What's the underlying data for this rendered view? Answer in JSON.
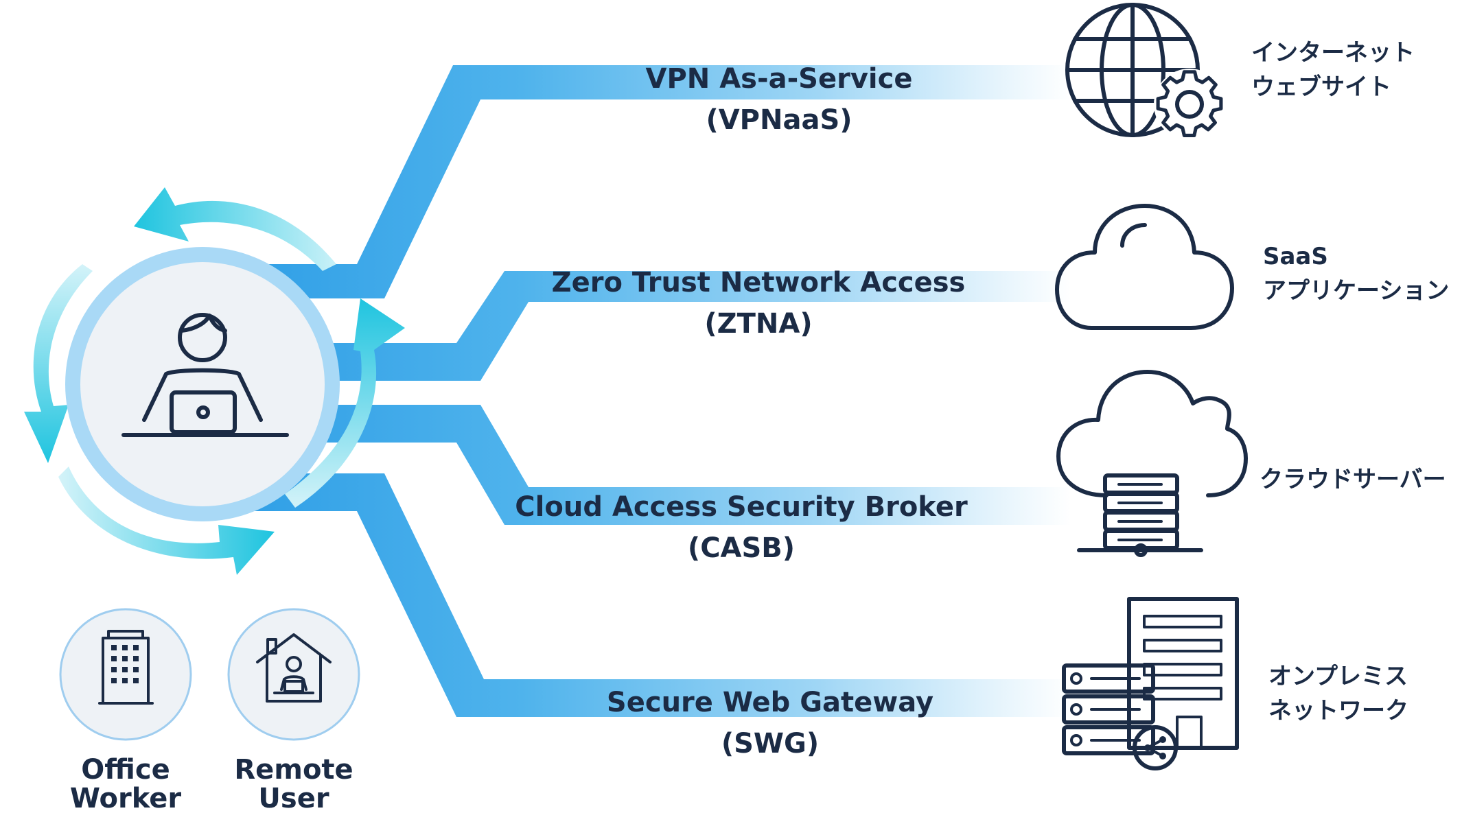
{
  "services": [
    {
      "name": "VPN As-a-Service",
      "abbr": "(VPNaaS)"
    },
    {
      "name": "Zero Trust Network Access",
      "abbr": "(ZTNA)"
    },
    {
      "name": "Cloud Access Security Broker",
      "abbr": "(CASB)"
    },
    {
      "name": "Secure Web Gateway",
      "abbr": "(SWG)"
    }
  ],
  "destinations": [
    {
      "line1": "インターネット",
      "line2": "ウェブサイト",
      "icon": "globe-gear-icon"
    },
    {
      "line1": "SaaS",
      "line2": "アプリケーション",
      "icon": "cloud-icon"
    },
    {
      "line1": "クラウドサーバー",
      "line2": "",
      "icon": "cloud-server-icon"
    },
    {
      "line1": "オンプレミス",
      "line2": "ネットワーク",
      "icon": "on-premise-network-icon"
    }
  ],
  "users": [
    {
      "line1": "Office",
      "line2": "Worker",
      "icon": "office-building-icon"
    },
    {
      "line1": "Remote",
      "line2": "User",
      "icon": "remote-home-icon"
    }
  ],
  "colors": {
    "band_start": "#2f9fe6",
    "band_end": "#ffffff",
    "arrow_cyan": "#22c7e0",
    "hub_ring": "#a8d8f6",
    "hub_fill": "#eef2f6",
    "text_dark": "#1b2b45",
    "badge_ring": "#9fcdef"
  }
}
